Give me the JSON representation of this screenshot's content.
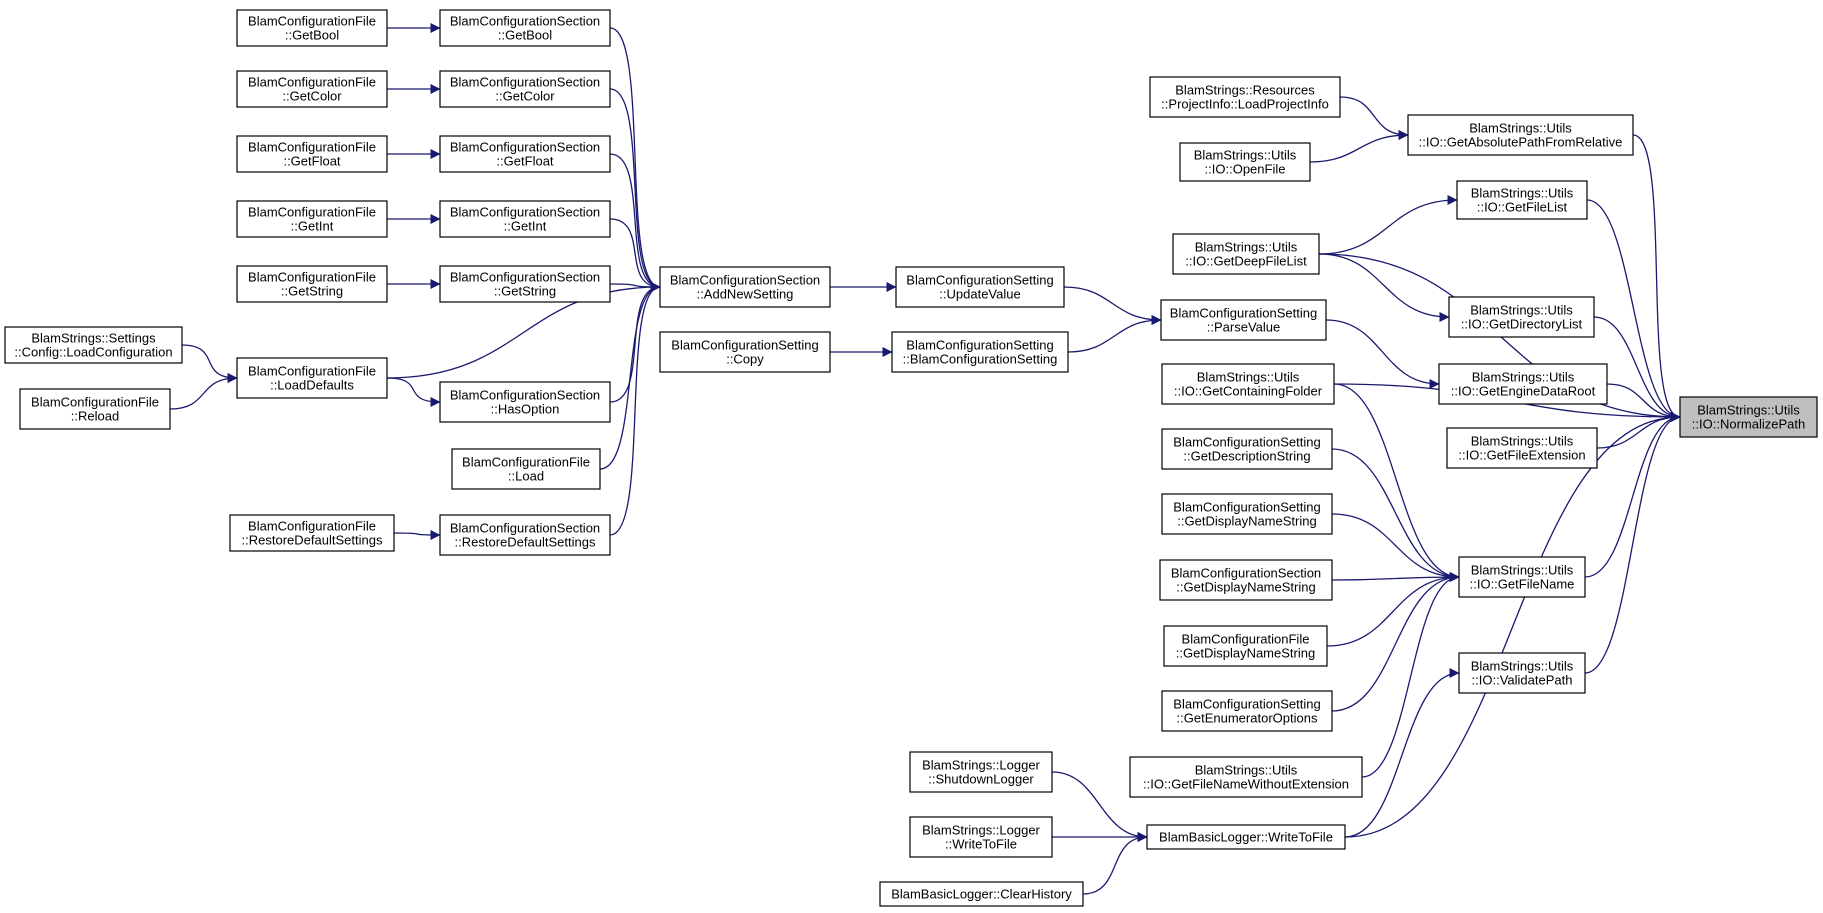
{
  "nodes": [
    {
      "id": "cf_getbool",
      "lines": [
        "BlamConfigurationFile",
        "::GetBool"
      ]
    },
    {
      "id": "cs_getbool",
      "lines": [
        "BlamConfigurationSection",
        "::GetBool"
      ]
    },
    {
      "id": "cf_getcolor",
      "lines": [
        "BlamConfigurationFile",
        "::GetColor"
      ]
    },
    {
      "id": "cs_getcolor",
      "lines": [
        "BlamConfigurationSection",
        "::GetColor"
      ]
    },
    {
      "id": "cf_getfloat",
      "lines": [
        "BlamConfigurationFile",
        "::GetFloat"
      ]
    },
    {
      "id": "cs_getfloat",
      "lines": [
        "BlamConfigurationSection",
        "::GetFloat"
      ]
    },
    {
      "id": "cf_getint",
      "lines": [
        "BlamConfigurationFile",
        "::GetInt"
      ]
    },
    {
      "id": "cs_getint",
      "lines": [
        "BlamConfigurationSection",
        "::GetInt"
      ]
    },
    {
      "id": "cf_getstring",
      "lines": [
        "BlamConfigurationFile",
        "::GetString"
      ]
    },
    {
      "id": "cs_getstring",
      "lines": [
        "BlamConfigurationSection",
        "::GetString"
      ]
    },
    {
      "id": "loadconfiguration",
      "lines": [
        "BlamStrings::Settings",
        "::Config::LoadConfiguration"
      ]
    },
    {
      "id": "cf_loaddefaults",
      "lines": [
        "BlamConfigurationFile",
        "::LoadDefaults"
      ]
    },
    {
      "id": "cf_reload",
      "lines": [
        "BlamConfigurationFile",
        "::Reload"
      ]
    },
    {
      "id": "cs_hasoption",
      "lines": [
        "BlamConfigurationSection",
        "::HasOption"
      ]
    },
    {
      "id": "cf_load",
      "lines": [
        "BlamConfigurationFile",
        "::Load"
      ]
    },
    {
      "id": "cf_restoredefaults",
      "lines": [
        "BlamConfigurationFile",
        "::RestoreDefaultSettings"
      ]
    },
    {
      "id": "cs_restoredefaults",
      "lines": [
        "BlamConfigurationSection",
        "::RestoreDefaultSettings"
      ]
    },
    {
      "id": "cs_addnewsetting",
      "lines": [
        "BlamConfigurationSection",
        "::AddNewSetting"
      ]
    },
    {
      "id": "cset_copy",
      "lines": [
        "BlamConfigurationSetting",
        "::Copy"
      ]
    },
    {
      "id": "cset_updatevalue",
      "lines": [
        "BlamConfigurationSetting",
        "::UpdateValue"
      ]
    },
    {
      "id": "cset_ctor",
      "lines": [
        "BlamConfigurationSetting",
        "::BlamConfigurationSetting"
      ]
    },
    {
      "id": "cset_parsevalue",
      "lines": [
        "BlamConfigurationSetting",
        "::ParseValue"
      ]
    },
    {
      "id": "loadprojectinfo",
      "lines": [
        "BlamStrings::Resources",
        "::ProjectInfo::LoadProjectInfo"
      ]
    },
    {
      "id": "openfile",
      "lines": [
        "BlamStrings::Utils",
        "::IO::OpenFile"
      ]
    },
    {
      "id": "getabsolutepath",
      "lines": [
        "BlamStrings::Utils",
        "::IO::GetAbsolutePathFromRelative"
      ]
    },
    {
      "id": "getfilelist",
      "lines": [
        "BlamStrings::Utils",
        "::IO::GetFileList"
      ]
    },
    {
      "id": "getdeepfilelist",
      "lines": [
        "BlamStrings::Utils",
        "::IO::GetDeepFileList"
      ]
    },
    {
      "id": "getdirectorylist",
      "lines": [
        "BlamStrings::Utils",
        "::IO::GetDirectoryList"
      ]
    },
    {
      "id": "getcontainingfolder",
      "lines": [
        "BlamStrings::Utils",
        "::IO::GetContainingFolder"
      ]
    },
    {
      "id": "getenginedataroot",
      "lines": [
        "BlamStrings::Utils",
        "::IO::GetEngineDataRoot"
      ]
    },
    {
      "id": "getfileextension",
      "lines": [
        "BlamStrings::Utils",
        "::IO::GetFileExtension"
      ]
    },
    {
      "id": "cset_getdescription",
      "lines": [
        "BlamConfigurationSetting",
        "::GetDescriptionString"
      ]
    },
    {
      "id": "cset_getdisplayname",
      "lines": [
        "BlamConfigurationSetting",
        "::GetDisplayNameString"
      ]
    },
    {
      "id": "cs_getdisplayname",
      "lines": [
        "BlamConfigurationSection",
        "::GetDisplayNameString"
      ]
    },
    {
      "id": "cf_getdisplayname",
      "lines": [
        "BlamConfigurationFile",
        "::GetDisplayNameString"
      ]
    },
    {
      "id": "cset_getenumerator",
      "lines": [
        "BlamConfigurationSetting",
        "::GetEnumeratorOptions"
      ]
    },
    {
      "id": "getfilenamewithoutext",
      "lines": [
        "BlamStrings::Utils",
        "::IO::GetFileNameWithoutExtension"
      ]
    },
    {
      "id": "getfilename",
      "lines": [
        "BlamStrings::Utils",
        "::IO::GetFileName"
      ]
    },
    {
      "id": "validatepath",
      "lines": [
        "BlamStrings::Utils",
        "::IO::ValidatePath"
      ]
    },
    {
      "id": "normalizepath",
      "lines": [
        "BlamStrings::Utils",
        "::IO::NormalizePath"
      ]
    },
    {
      "id": "shutdownlogger",
      "lines": [
        "BlamStrings::Logger",
        "::ShutdownLogger"
      ]
    },
    {
      "id": "writetofile",
      "lines": [
        "BlamStrings::Logger",
        "::WriteToFile"
      ]
    },
    {
      "id": "basic_writetofile",
      "lines": [
        "BlamBasicLogger::WriteToFile"
      ]
    },
    {
      "id": "clearhistory",
      "lines": [
        "BlamBasicLogger::ClearHistory"
      ]
    }
  ],
  "edges": [
    [
      "cf_getbool",
      "cs_getbool"
    ],
    [
      "cf_getcolor",
      "cs_getcolor"
    ],
    [
      "cf_getfloat",
      "cs_getfloat"
    ],
    [
      "cf_getint",
      "cs_getint"
    ],
    [
      "cf_getstring",
      "cs_getstring"
    ],
    [
      "loadconfiguration",
      "cf_loaddefaults"
    ],
    [
      "cf_reload",
      "cf_loaddefaults"
    ],
    [
      "cf_loaddefaults",
      "cs_hasoption"
    ],
    [
      "cf_loaddefaults",
      "cs_addnewsetting"
    ],
    [
      "cf_restoredefaults",
      "cs_restoredefaults"
    ],
    [
      "cs_getbool",
      "cs_addnewsetting"
    ],
    [
      "cs_getcolor",
      "cs_addnewsetting"
    ],
    [
      "cs_getfloat",
      "cs_addnewsetting"
    ],
    [
      "cs_getint",
      "cs_addnewsetting"
    ],
    [
      "cs_getstring",
      "cs_addnewsetting"
    ],
    [
      "cs_hasoption",
      "cs_addnewsetting"
    ],
    [
      "cf_load",
      "cs_addnewsetting"
    ],
    [
      "cs_restoredefaults",
      "cs_addnewsetting"
    ],
    [
      "cs_addnewsetting",
      "cset_updatevalue"
    ],
    [
      "cset_copy",
      "cset_ctor"
    ],
    [
      "cset_updatevalue",
      "cset_parsevalue"
    ],
    [
      "cset_ctor",
      "cset_parsevalue"
    ],
    [
      "cset_parsevalue",
      "getenginedataroot"
    ],
    [
      "loadprojectinfo",
      "getabsolutepath"
    ],
    [
      "openfile",
      "getabsolutepath"
    ],
    [
      "getdeepfilelist",
      "getfilelist"
    ],
    [
      "getdeepfilelist",
      "getdirectorylist"
    ],
    [
      "getdeepfilelist",
      "normalizepath"
    ],
    [
      "getabsolutepath",
      "normalizepath"
    ],
    [
      "getfilelist",
      "normalizepath"
    ],
    [
      "getdirectorylist",
      "normalizepath"
    ],
    [
      "getenginedataroot",
      "normalizepath"
    ],
    [
      "getfileextension",
      "normalizepath"
    ],
    [
      "getcontainingfolder",
      "normalizepath"
    ],
    [
      "getcontainingfolder",
      "getfilename"
    ],
    [
      "cset_getdescription",
      "getfilename"
    ],
    [
      "cset_getdisplayname",
      "getfilename"
    ],
    [
      "cs_getdisplayname",
      "getfilename"
    ],
    [
      "cf_getdisplayname",
      "getfilename"
    ],
    [
      "cset_getenumerator",
      "getfilename"
    ],
    [
      "getfilenamewithoutext",
      "getfilename"
    ],
    [
      "getfilename",
      "normalizepath"
    ],
    [
      "validatepath",
      "normalizepath"
    ],
    [
      "shutdownlogger",
      "basic_writetofile"
    ],
    [
      "writetofile",
      "basic_writetofile"
    ],
    [
      "clearhistory",
      "basic_writetofile"
    ],
    [
      "basic_writetofile",
      "validatepath"
    ],
    [
      "basic_writetofile",
      "normalizepath"
    ]
  ],
  "highlighted_node": "normalizepath",
  "colors": {
    "edge": "#191970",
    "highlight_fill": "#bfbfbf",
    "node_fill": "#ffffff",
    "node_stroke": "#000000"
  }
}
